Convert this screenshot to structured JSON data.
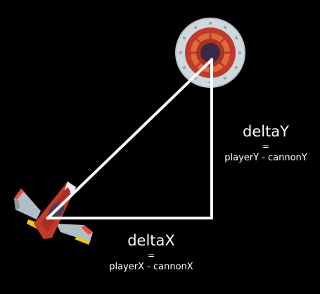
{
  "colors": {
    "background": "#000000",
    "line": "#ffffff",
    "text": "#ffffff",
    "cannon_ring": "#cfd8dc",
    "cannon_red": "#c0392b",
    "cannon_orange": "#e67e22",
    "ship_body": "#c0392b",
    "ship_wing": "#b0bec5",
    "ship_tip": "#f1c40f"
  },
  "icons": {
    "cannon": "cannon-turret-icon",
    "player": "spaceship-player-icon"
  },
  "labels": {
    "delta_y": {
      "title": "deltaY",
      "equals": "=",
      "formula": "playerY - cannonY"
    },
    "delta_x": {
      "title": "deltaX",
      "equals": "=",
      "formula": "playerX - cannonX"
    }
  }
}
